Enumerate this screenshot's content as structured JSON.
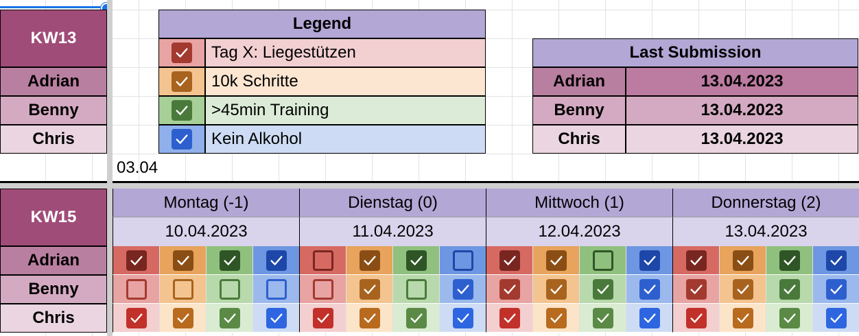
{
  "week_a": {
    "label": "KW13",
    "names": [
      "Adrian",
      "Benny",
      "Chris"
    ],
    "date_fragment": "03.04"
  },
  "legend": {
    "title": "Legend",
    "items": [
      {
        "label": "Tag X: Liegestützen",
        "color": "#a33a2f",
        "icon": "check-icon"
      },
      {
        "label": "10k Schritte",
        "color": "#a8631f",
        "icon": "check-icon"
      },
      {
        "label": ">45min Training",
        "color": "#4a7a3b",
        "icon": "check-icon"
      },
      {
        "label": "Kein Alkohol",
        "color": "#2d5fcf",
        "icon": "check-icon"
      }
    ]
  },
  "last_submission": {
    "title": "Last Submission",
    "rows": [
      {
        "name": "Adrian",
        "date": "13.04.2023"
      },
      {
        "name": "Benny",
        "date": "13.04.2023"
      },
      {
        "name": "Chris",
        "date": "13.04.2023"
      }
    ]
  },
  "week_b": {
    "label": "KW15",
    "names": [
      "Adrian",
      "Benny",
      "Chris"
    ],
    "days": [
      {
        "name": "Montag (-1)",
        "date": "10.04.2023",
        "checks": [
          [
            true,
            true,
            true,
            true
          ],
          [
            false,
            false,
            false,
            false
          ],
          [
            true,
            true,
            true,
            true
          ]
        ]
      },
      {
        "name": "Dienstag (0)",
        "date": "11.04.2023",
        "checks": [
          [
            false,
            true,
            true,
            false
          ],
          [
            false,
            true,
            false,
            true
          ],
          [
            true,
            true,
            true,
            true
          ]
        ]
      },
      {
        "name": "Mittwoch (1)",
        "date": "12.04.2023",
        "checks": [
          [
            true,
            true,
            false,
            true
          ],
          [
            true,
            true,
            true,
            true
          ],
          [
            true,
            true,
            true,
            true
          ]
        ]
      },
      {
        "name": "Donnerstag (2)",
        "date": "13.04.2023",
        "checks": [
          [
            true,
            true,
            true,
            true
          ],
          [
            true,
            true,
            true,
            true
          ],
          [
            true,
            true,
            true,
            true
          ]
        ]
      }
    ]
  },
  "colors": {
    "cell_bg": [
      [
        "#d66a63",
        "#e8a35c",
        "#8fc07e",
        "#6d97e2"
      ],
      [
        "#e8a3a3",
        "#f3c48f",
        "#b8d9ab",
        "#9bb9ec"
      ],
      [
        "#f4cfd0",
        "#fce4c8",
        "#d9ecd2",
        "#cddcf4"
      ]
    ],
    "check_fill": [
      [
        "#7a2620",
        "#8a4e15",
        "#2f5526",
        "#1d47a8"
      ],
      [
        "#a33a2f",
        "#a8631f",
        "#4a7a3b",
        "#2d5fcf"
      ],
      [
        "#c2302a",
        "#b86a1f",
        "#5a8a46",
        "#2d66e0"
      ]
    ]
  }
}
